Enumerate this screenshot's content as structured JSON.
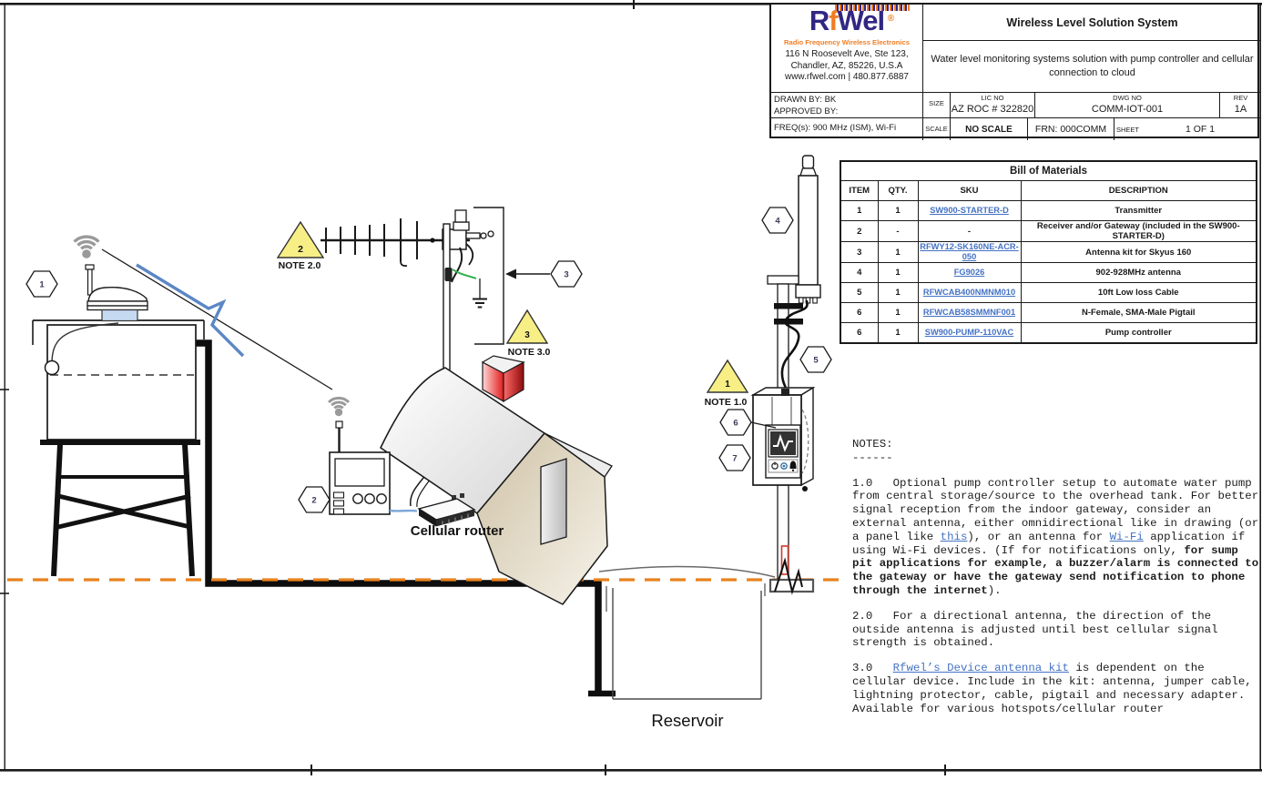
{
  "title_block": {
    "brand_r": "R",
    "brand_f": "f",
    "brand_wel": "Wel",
    "registered": "®",
    "tagline": "Radio Frequency Wireless Electronics",
    "address1": "116 N Roosevelt Ave, Ste 123,",
    "address2": "Chandler, AZ, 85226, U.S.A",
    "address3": "www.rfwel.com | 480.877.6887",
    "drawn_by": "DRAWN BY: BK",
    "approved_by": "APPROVED BY:",
    "freq": "FREQ(s): 900 MHz (ISM), Wi-Fi",
    "title": "Wireless Level Solution System",
    "description": "Water level monitoring systems solution with pump controller and cellular connection to cloud",
    "size_label": "SIZE",
    "lic_label": "LIC NO",
    "lic_value": "AZ ROC # 322820",
    "dwg_label": "DWG NO",
    "dwg_value": "COMM-IOT-001",
    "rev_label": "REV",
    "rev_value": "1A",
    "scale_label": "SCALE",
    "scale_value": "NO SCALE",
    "frn_value": "FRN: 000COMM",
    "sheet_label": "SHEET",
    "sheet_value": "1 OF 1"
  },
  "bom": {
    "title": "Bill of Materials",
    "headers": {
      "item": "ITEM",
      "qty": "QTY.",
      "sku": "SKU",
      "description": "DESCRIPTION"
    },
    "rows": [
      {
        "item": "1",
        "qty": "1",
        "sku": "SW900-STARTER-D",
        "description": "Transmitter"
      },
      {
        "item": "2",
        "qty": "-",
        "sku": "-",
        "description": "Receiver and/or Gateway (included in the SW900-STARTER-D)"
      },
      {
        "item": "3",
        "qty": "1",
        "sku": "RFWY12-SK160NE-ACR-050",
        "description": "Antenna kit for Skyus 160"
      },
      {
        "item": "4",
        "qty": "1",
        "sku": "FG9026",
        "description": "902-928MHz antenna"
      },
      {
        "item": "5",
        "qty": "1",
        "sku": "RFWCAB400NMNM010",
        "description": "10ft Low loss Cable"
      },
      {
        "item": "6",
        "qty": "1",
        "sku": "RFWCAB58SMMNF001",
        "description": "N-Female, SMA-Male Pigtail"
      },
      {
        "item": "6",
        "qty": "1",
        "sku": "SW900-PUMP-110VAC",
        "description": "Pump controller"
      }
    ]
  },
  "notes": {
    "heading": "NOTES:",
    "underline": "------",
    "n1": {
      "p1": "1.0   Optional pump controller setup to automate water pump from central storage/source to the overhead tank. For better signal reception from the indoor gateway, consider an external antenna, either omnidirectional like in drawing (or a panel like ",
      "link1": "this",
      "p2": "), or an antenna for ",
      "link2": "Wi-Fi",
      "p3": " application if using Wi-Fi devices. (If for notifications only, ",
      "bold": "for sump pit applications for example, a buzzer/alarm is connected to the gateway or have the gateway send notification to phone through the internet",
      "p4": ")."
    },
    "n2": "2.0   For a directional antenna, the direction of the outside antenna is adjusted until best cellular signal strength is obtained.",
    "n3": {
      "p1": "3.0   ",
      "link": "Rfwel’s Device antenna kit",
      "p2": " is dependent on the cellular device. Include in the kit: antenna, jumper cable, lightning protector, cable, pigtail and necessary adapter. Available for various hotspots/cellular router"
    }
  },
  "diagram": {
    "callouts": {
      "c1": "1",
      "c2": "2",
      "c3": "3",
      "c4": "4",
      "c5": "5",
      "c6": "6",
      "c7": "7"
    },
    "triangles": {
      "t1": {
        "num": "1",
        "label": "NOTE 1.0"
      },
      "t2": {
        "num": "2",
        "label": "NOTE 2.0"
      },
      "t3": {
        "num": "3",
        "label": "NOTE 3.0"
      }
    },
    "labels": {
      "cellular_router": "Cellular router",
      "reservoir": "Reservoir"
    }
  },
  "colors": {
    "ground_orange": "#E8821E",
    "link_blue": "#4472C4",
    "logo_navy": "#312783",
    "logo_orange": "#F07D24",
    "warning_yellow": "#F7EE86",
    "bolt_blue": "#5B87C5",
    "wire_green": "#2EAE4C",
    "chimney_red": "#D42B2B"
  }
}
